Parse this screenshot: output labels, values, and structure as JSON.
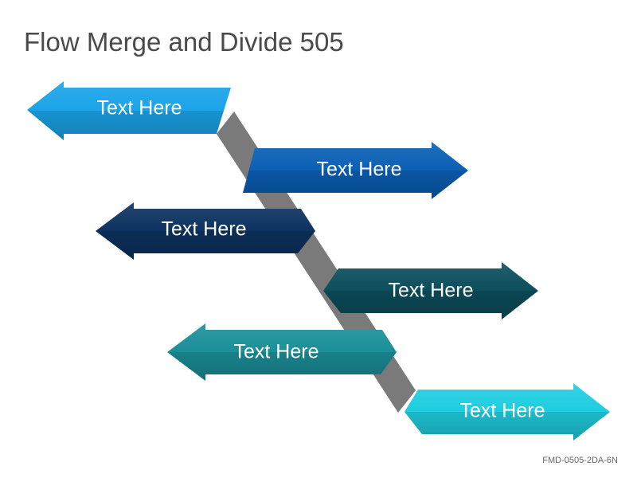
{
  "slide": {
    "title": "Flow Merge and Divide 505",
    "footer_code": "FMD-0505-2DA-6N"
  },
  "diagram": {
    "connector_color": "#7a7a7a",
    "arrows": [
      {
        "label": "Text Here",
        "direction": "left",
        "color": "#1aa3e8"
      },
      {
        "label": "Text Here",
        "direction": "right",
        "color": "#0a5fb4"
      },
      {
        "label": "Text Here",
        "direction": "left",
        "color": "#0d3260"
      },
      {
        "label": "Text Here",
        "direction": "right",
        "color": "#0c4e5c"
      },
      {
        "label": "Text Here",
        "direction": "left",
        "color": "#1a8f98"
      },
      {
        "label": "Text Here",
        "direction": "right",
        "color": "#1ecde0"
      }
    ]
  }
}
